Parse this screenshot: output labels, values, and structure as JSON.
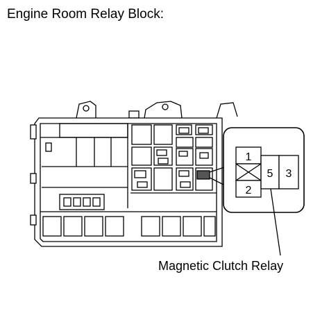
{
  "title": "Engine Room Relay Block:",
  "callout": {
    "label": "Magnetic Clutch Relay",
    "pins": [
      "1",
      "2",
      "5",
      "3"
    ]
  }
}
